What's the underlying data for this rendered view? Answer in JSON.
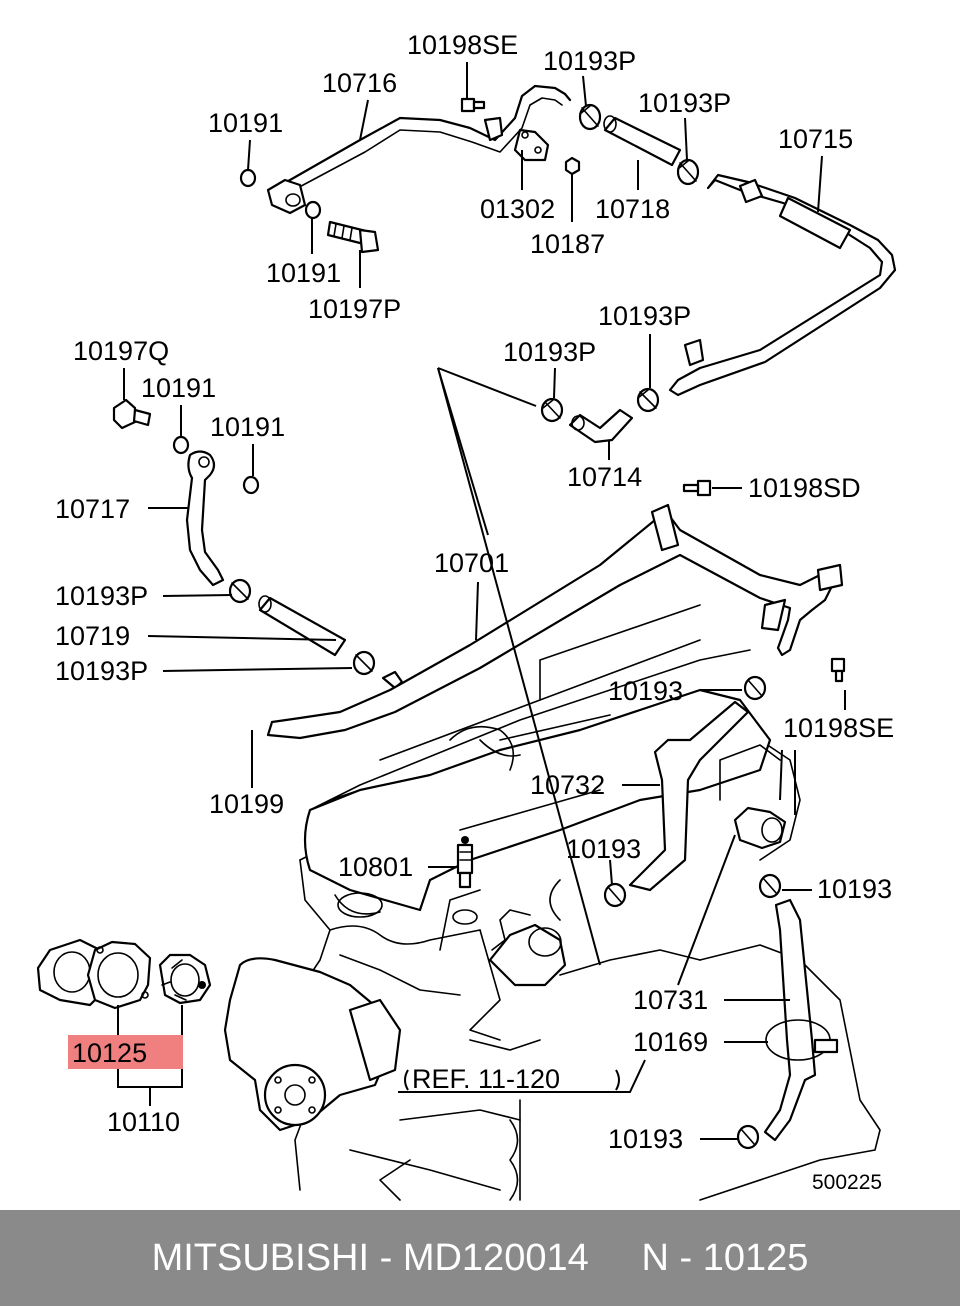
{
  "labels": {
    "p10198SE_top": "10198SE",
    "p10193P_top1": "10193P",
    "p10716": "10716",
    "p10193P_top2": "10193P",
    "p10191_a": "10191",
    "p10715": "10715",
    "p01302": "01302",
    "p10718": "10718",
    "p10187": "10187",
    "p10191_b": "10191",
    "p10197P": "10197P",
    "p10193P_mid1": "10193P",
    "p10197Q": "10197Q",
    "p10193P_mid2": "10193P",
    "p10191_c": "10191",
    "p10191_d": "10191",
    "p10714": "10714",
    "p10198SD": "10198SD",
    "p10717": "10717",
    "p10701": "10701",
    "p10193P_left1": "10193P",
    "p10719": "10719",
    "p10193P_left2": "10193P",
    "p10193_a": "10193",
    "p10198SE_right": "10198SE",
    "p10199": "10199",
    "p10732": "10732",
    "p10801": "10801",
    "p10193_b": "10193",
    "p10193_c": "10193",
    "p10125": "10125",
    "p10731": "10731",
    "p10169": "10169",
    "ref": "REF. 11-120",
    "p10110": "10110",
    "p10193_d": "10193",
    "diagram_id": "500225"
  },
  "highlight_color": "#f08080",
  "footer": {
    "text": "MITSUBISHI - MD120014     N - 10125",
    "background": "#8a8a8a"
  }
}
